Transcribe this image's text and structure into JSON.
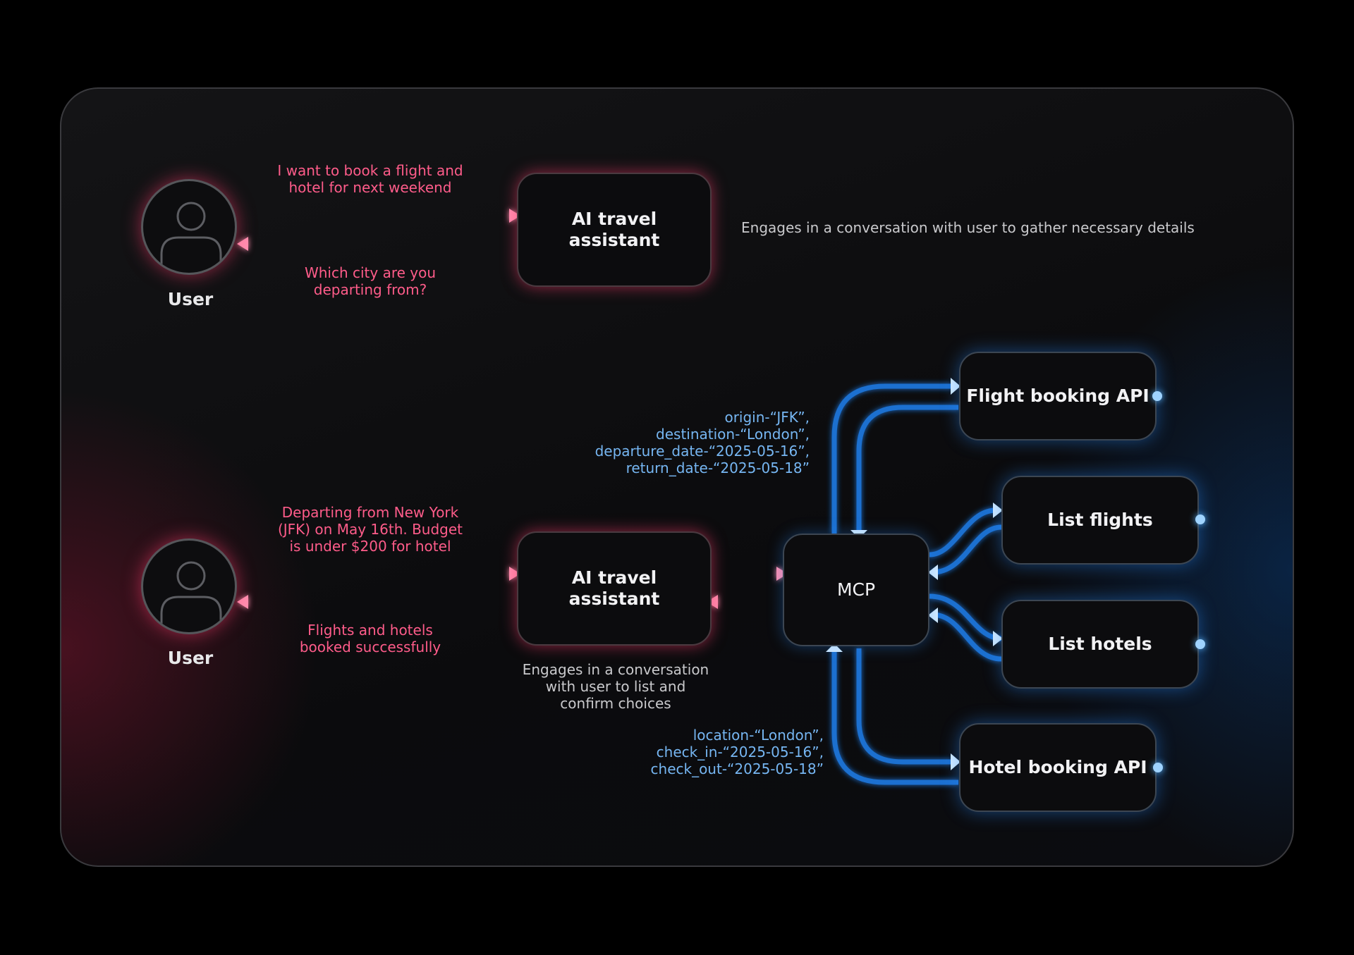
{
  "top_flow": {
    "user_label": "User",
    "request": "I want to book a flight and\nhotel for next weekend",
    "response": "Which city are you\ndeparting from?",
    "assistant_label": "AI travel\nassistant",
    "assistant_description": "Engages in a conversation with user to gather necessary details"
  },
  "bottom_flow": {
    "user_label": "User",
    "request": "Departing from New York\n(JFK) on May 16th. Budget\nis under $200 for hotel",
    "response": "Flights and hotels\nbooked successfully",
    "assistant_label": "AI travel\nassistant",
    "assistant_description": "Engages in a conversation\nwith user to list and\nconfirm choices",
    "mcp_label": "MCP",
    "flight_params": "origin-“JFK”,\ndestination-“London”,\ndeparture_date-“2025-05-16”,\nreturn_date-“2025-05-18”",
    "hotel_params": "location-“London”,\ncheck_in-“2025-05-16”,\ncheck_out-“2025-05-18”",
    "tools": {
      "flight_booking_api": "Flight booking API",
      "list_flights": "List flights",
      "list_hotels": "List hotels",
      "hotel_booking_api": "Hotel booking API"
    }
  },
  "colors": {
    "user_arrow": "#ff3d6e",
    "tool_arrow": "#1e7fe0",
    "param_text": "#76b6f2",
    "accent_text": "#ff5c8a"
  }
}
